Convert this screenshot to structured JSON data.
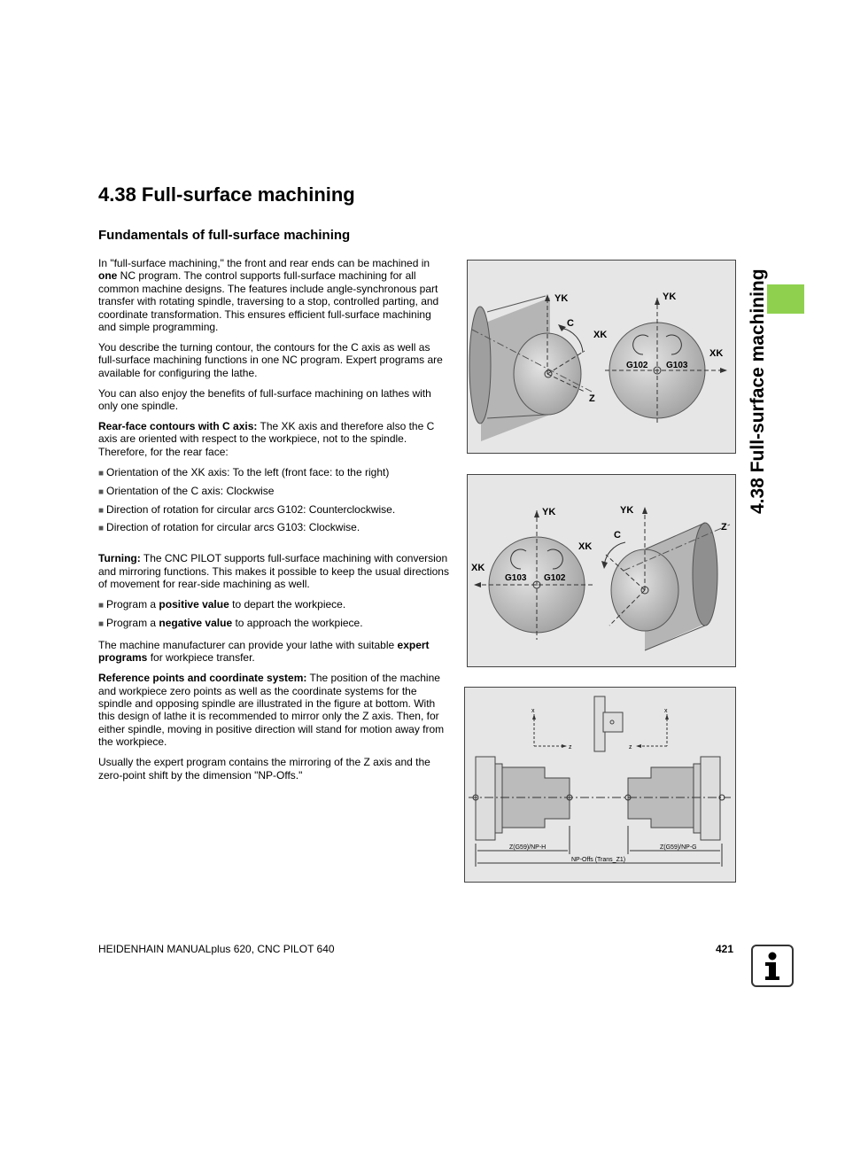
{
  "heading": {
    "title": "4.38 Full-surface machining",
    "subtitle": "Fundamentals of full-surface machining"
  },
  "side_tab": {
    "text": "4.38 Full-surface machining",
    "color": "#8fd14f"
  },
  "body": {
    "p1_a": "In \"full-surface machining,\" the front and rear ends can be machined in ",
    "p1_bold": "one",
    "p1_b": " NC program. The control supports full-surface machining for all common machine designs. The features include angle-synchronous part transfer with rotating spindle, traversing to a stop, controlled parting, and coordinate transformation. This ensures efficient full-surface machining and simple programming.",
    "p2": "You describe the turning contour, the contours for the C axis as well as full-surface machining functions in one NC program. Expert programs are available for configuring the lathe.",
    "p3": "You can also enjoy the benefits of full-surface machining on lathes with only one spindle.",
    "p4_bold": "Rear-face contours with C axis:",
    "p4": " The XK axis and therefore also the C axis are oriented with respect to the workpiece, not to the spindle. Therefore, for the rear face:",
    "list1": [
      "Orientation of the XK axis: To the left (front face: to the right)",
      "Orientation of the C axis: Clockwise",
      "Direction of rotation for circular arcs G102: Counterclockwise.",
      "Direction of rotation for circular arcs G103: Clockwise."
    ],
    "p5_bold": "Turning:",
    "p5": " The CNC PILOT supports full-surface machining with conversion and mirroring functions. This makes it possible to keep the usual directions of movement for rear-side machining as well.",
    "list2": [
      {
        "pre": "Program a ",
        "bold": "positive value",
        "post": " to depart the workpiece."
      },
      {
        "pre": "Program a ",
        "bold": "negative value",
        "post": " to approach the workpiece."
      }
    ],
    "p6_a": "The machine manufacturer can provide your lathe with suitable ",
    "p6_bold": "expert programs",
    "p6_b": " for workpiece transfer.",
    "p7_bold": "Reference points and coordinate system:",
    "p7": " The position of the machine and workpiece zero points as well as the coordinate systems for the spindle and opposing spindle are illustrated in the figure at bottom. With this design of lathe it is recommended to mirror only the Z axis. Then, for either spindle, moving in positive direction will stand for motion away from the workpiece.",
    "p8": "Usually the expert program contains the mirroring of the Z axis and the zero-point shift by the dimension \"NP-Offs.\""
  },
  "figure1": {
    "labels": {
      "yk1": "YK",
      "c": "C",
      "xk1": "XK",
      "z": "Z",
      "yk2": "YK",
      "xk2": "XK",
      "g102": "G102",
      "g103": "G103"
    }
  },
  "figure2": {
    "labels": {
      "yk1": "YK",
      "xk1": "XK",
      "g103": "G103",
      "g102": "G102",
      "yk2": "YK",
      "c": "C",
      "xk2": "XK",
      "z": "Z"
    }
  },
  "figure3": {
    "labels": {
      "x1": "x",
      "z1": "z",
      "x2": "x",
      "z2": "z",
      "zg59h": "Z(G59)/NP-H",
      "zg59g": "Z(G59)/NP-G",
      "npoffs": "NP-Offs (Trans_Z1)"
    }
  },
  "footer": {
    "text": "HEIDENHAIN MANUALplus 620, CNC PILOT 640",
    "page": "421",
    "info_icon": "info-icon"
  }
}
